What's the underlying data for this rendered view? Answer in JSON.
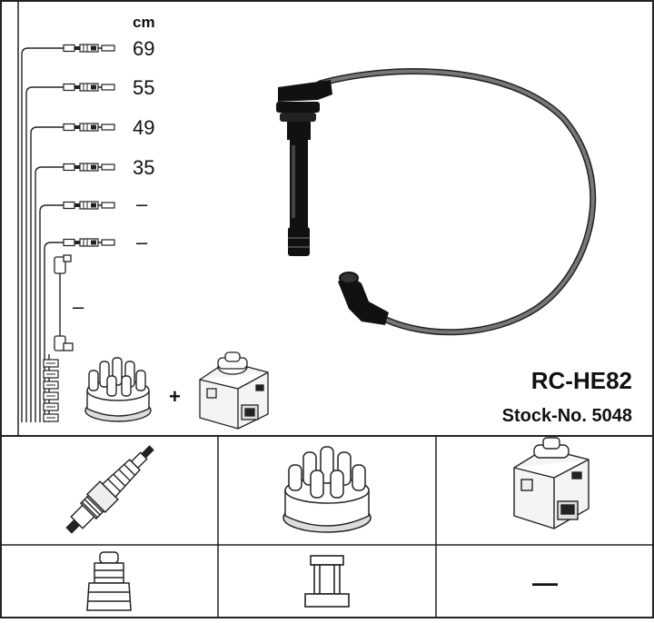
{
  "lengths": {
    "unit": "cm",
    "rows": [
      "69",
      "55",
      "49",
      "35",
      "–",
      "–"
    ],
    "extra": "–"
  },
  "plus_sign": "+",
  "product": {
    "model": "RC-HE82",
    "stock_label": "Stock-No. 5048"
  },
  "grid": {
    "empty_cell_mark": "—"
  },
  "icons": {
    "top_row": [
      "spark-plug-icon",
      "distributor-cap-icon",
      "ignition-coil-icon"
    ],
    "bottom_row": [
      "plug-boot-connector-icon",
      "cap-terminal-connector-icon",
      "none-dash-icon"
    ]
  }
}
